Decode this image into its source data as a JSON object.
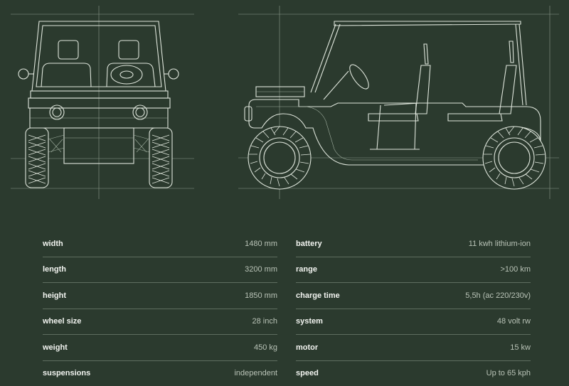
{
  "specs": {
    "left": [
      {
        "label": "width",
        "value": "1480 mm"
      },
      {
        "label": "length",
        "value": "3200 mm"
      },
      {
        "label": "height",
        "value": "1850 mm"
      },
      {
        "label": "wheel size",
        "value": "28 inch"
      },
      {
        "label": "weight",
        "value": "450 kg"
      },
      {
        "label": "suspensions",
        "value": "independent"
      }
    ],
    "right": [
      {
        "label": "battery",
        "value": "11 kwh lithium-ion"
      },
      {
        "label": "range",
        "value": ">100 km"
      },
      {
        "label": "charge time",
        "value": "5,5h (ac 220/230v)"
      },
      {
        "label": "system",
        "value": "48 volt rw"
      },
      {
        "label": "motor",
        "value": "15 kw"
      },
      {
        "label": "speed",
        "value": "Up to 65 kph"
      }
    ]
  },
  "colors": {
    "background": "#2b3a2e",
    "line": "#dfe6dc",
    "divider": "#5f6e60"
  }
}
